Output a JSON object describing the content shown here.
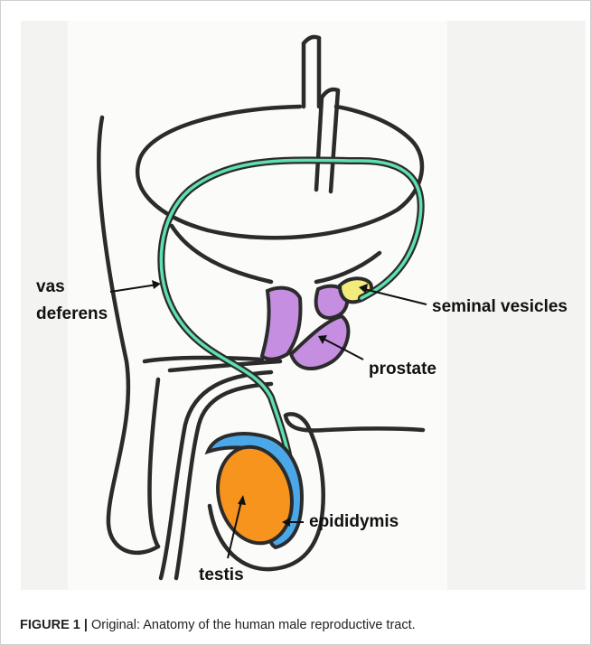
{
  "figure": {
    "labels": {
      "vas_deferens_line1": "vas",
      "vas_deferens_line2": "deferens",
      "seminal_vesicles": "seminal vesicles",
      "prostate": "prostate",
      "epididymis": "epididymis",
      "testis": "testis"
    },
    "colors": {
      "vas_deferens": "#5ee0b0",
      "seminal_vesicles": "#f3ec7a",
      "prostate": "#c58ee0",
      "epididymis": "#4aa8e8",
      "testis": "#f7941d",
      "outline": "#2b2b2b"
    }
  },
  "caption": {
    "figure_label": "FIGURE 1 |",
    "text": " Original: Anatomy of the human male reproductive tract."
  }
}
